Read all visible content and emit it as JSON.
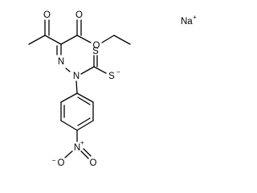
{
  "molecule": {
    "atoms": {
      "o_ketone": "O",
      "o_ester_carbonyl": "O",
      "o_ester_ether": "O",
      "n_imine": "N",
      "n_amine": "N",
      "s_thione": "S",
      "s_thiolate": "S",
      "s_thiolate_charge": "−",
      "n_nitro": "N",
      "n_nitro_charge": "+",
      "o_nitro_single": "O",
      "o_nitro_single_charge": "−",
      "o_nitro_double": "O"
    },
    "counterion": {
      "symbol": "Na",
      "charge": "+"
    }
  }
}
